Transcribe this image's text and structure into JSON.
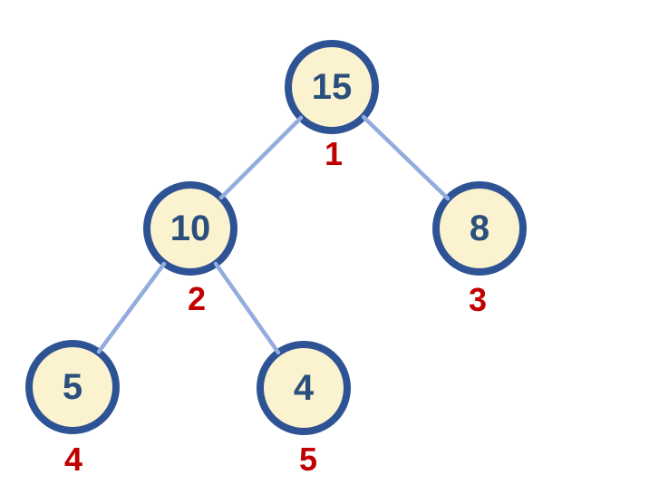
{
  "colors": {
    "node_fill": "#FBF2CF",
    "node_border": "#2E5394",
    "node_text": "#2A4F7C",
    "edge": "#93ACDE",
    "order_label": "#C00000",
    "background": "#FFFFFF"
  },
  "tree": {
    "type": "binary-tree",
    "nodes": [
      {
        "id": "root",
        "value": "15",
        "order_label": "1"
      },
      {
        "id": "left",
        "value": "10",
        "order_label": "2"
      },
      {
        "id": "right",
        "value": "8",
        "order_label": "3"
      },
      {
        "id": "left-left",
        "value": "5",
        "order_label": "4"
      },
      {
        "id": "left-right",
        "value": "4",
        "order_label": "5"
      }
    ],
    "edges": [
      {
        "from": "15",
        "to": "10"
      },
      {
        "from": "15",
        "to": "8"
      },
      {
        "from": "10",
        "to": "5"
      },
      {
        "from": "10",
        "to": "4"
      }
    ]
  }
}
